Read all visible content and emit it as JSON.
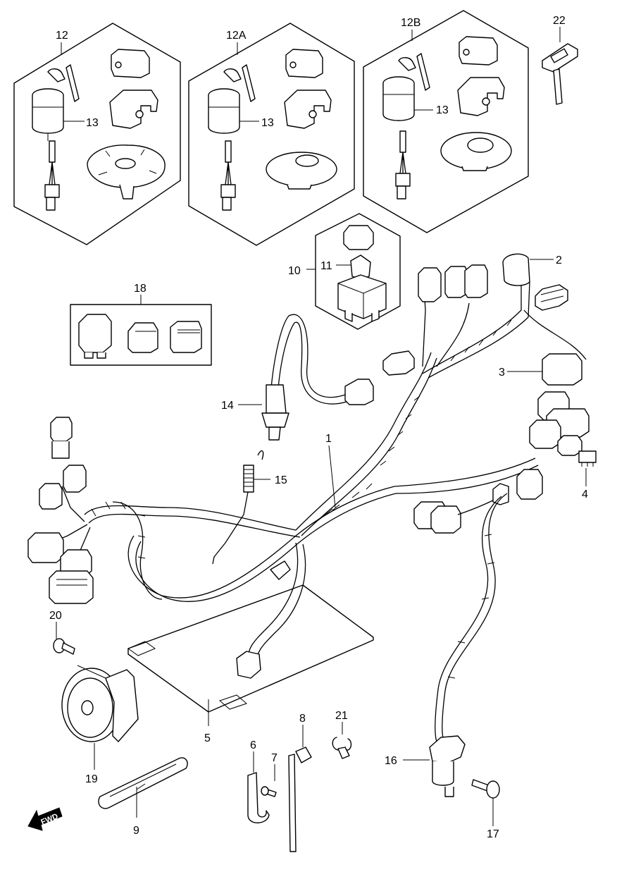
{
  "labels": {
    "p1": "1",
    "p2": "2",
    "p3": "3",
    "p4": "4",
    "p5": "5",
    "p6": "6",
    "p7": "7",
    "p8": "8",
    "p9": "9",
    "p10": "10",
    "p11": "11",
    "p12": "12",
    "p12a": "12A",
    "p12b": "12B",
    "p13a": "13",
    "p13b": "13",
    "p13c": "13",
    "p14": "14",
    "p15": "15",
    "p16": "16",
    "p17": "17",
    "p18": "18",
    "p19": "19",
    "p20": "20",
    "p21": "21",
    "p22": "22"
  },
  "arrow": {
    "text": "FWD"
  }
}
